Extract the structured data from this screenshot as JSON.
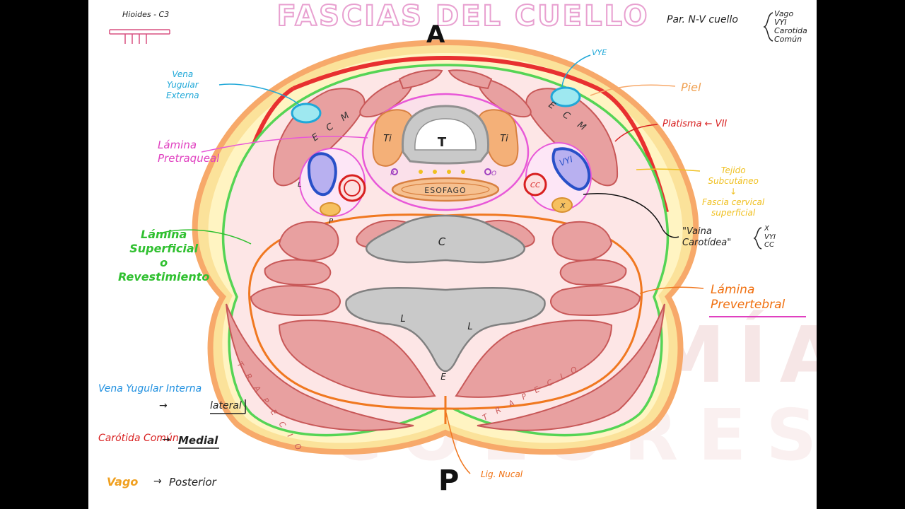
{
  "title": "FASCIAS DEL CUELLO",
  "orientation": {
    "anterior": "A",
    "posterior": "P"
  },
  "top_left_note": "Hioides - C3",
  "top_right_note": {
    "prefix": "Par. N-V cuello",
    "items": [
      "Vago",
      "VYI",
      "Carotida",
      "Común"
    ]
  },
  "labels": {
    "vye_small": "VYE",
    "vena_yugular_externa": [
      "Vena",
      "Yugular",
      "Externa"
    ],
    "piel": "Piel",
    "lamina_pretraqueal": [
      "Lámina",
      "Pretraqueal"
    ],
    "platisma": "Platisma ← VII",
    "tejido_subcutaneo": [
      "Tejido",
      "Subcutáneo"
    ],
    "fascia_cervical": [
      "Fascia cervical",
      "superficial"
    ],
    "vaina_carotidea": [
      "\"Vaina",
      "Carotídea\""
    ],
    "vaina_items": [
      "X",
      "VYI",
      "CC"
    ],
    "lamina_superficial": [
      "Lámina",
      "Superficial",
      "o",
      "Revestimiento"
    ],
    "lamina_prevertebral": [
      "Lámina",
      "Prevertebral"
    ],
    "lig_nucal": "Lig. Nucal"
  },
  "structures": {
    "T": "T",
    "Ti_left": "Ti",
    "Ti_right": "Ti",
    "esofago": "ESOFAGO",
    "C": "C",
    "L_left": "L",
    "L_right": "L",
    "E": "E",
    "ecm_left": "E C M",
    "ecm_right": "E C M",
    "trapecio_left": "T R A P E C I O",
    "trapecio_right": "T R A P E C I O",
    "vyi_right": "VYI",
    "cc_right": "CC",
    "x_right": "X",
    "l_left_sheath": "L",
    "p_left_sheath": "P",
    "trachea_p": "P",
    "trachea_o": "O"
  },
  "legend": [
    {
      "term": "Vena Yugular Interna",
      "arrow": "→",
      "position": "lateral",
      "color": "#2090e0"
    },
    {
      "term": "Carótida Común",
      "arrow": "→",
      "position": "Medial",
      "color": "#d82020"
    },
    {
      "term": "Vago",
      "arrow": "→",
      "position": "Posterior",
      "color": "#f0a020"
    }
  ],
  "watermark": [
    "ANATOMÍA",
    "COLORES"
  ],
  "colors": {
    "skin": "#f7a96a",
    "platysma": "#e83030",
    "subcutaneous": "#fff1a8",
    "investing": "#55d455",
    "pretracheal": "#e858d8",
    "prevertebral": "#f07820",
    "muscle": "#e8a0a0",
    "muscle_lines": "#c85858",
    "bone": "#c9c9c9"
  }
}
